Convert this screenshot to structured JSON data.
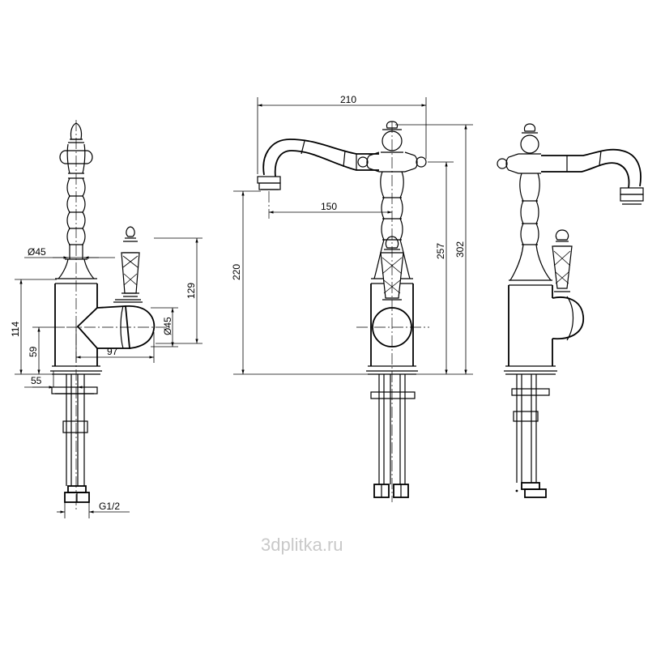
{
  "dimensions": {
    "front_hole_diameter": "Ø45",
    "side_height_129": "129",
    "side_handle_diameter": "Ø45",
    "side_height_114": "114",
    "side_height_59": "59",
    "side_depth_97": "97",
    "side_base_55": "55",
    "thread": "G1/2",
    "spout_reach_210": "210",
    "spout_outlet_150": "150",
    "outlet_height_220": "220",
    "height_257": "257",
    "overall_height_302": "302"
  },
  "watermark": "3dplitka.ru"
}
